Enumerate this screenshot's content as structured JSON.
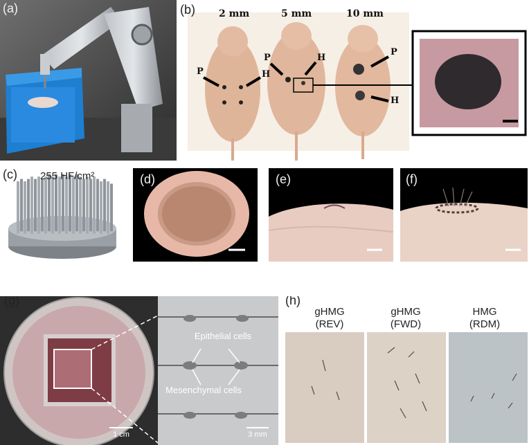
{
  "panels": {
    "a": {
      "label": "(a)"
    },
    "b": {
      "label": "(b)",
      "sizes": [
        "2 mm",
        "5 mm",
        "10 mm"
      ],
      "marker_p": "P",
      "marker_h": "H"
    },
    "c": {
      "label": "(c)",
      "density": "255 HF/cm²"
    },
    "d": {
      "label": "(d)"
    },
    "e": {
      "label": "(e)"
    },
    "f": {
      "label": "(f)"
    },
    "g": {
      "label": "(g)",
      "epithelial": "Epithelial cells",
      "mesenchymal": "Mesenchymal cells",
      "scale_left": "1 cm",
      "scale_right": "3 mm"
    },
    "h": {
      "label": "(h)",
      "groups": [
        {
          "line1": "gHMG",
          "line2": "(REV)"
        },
        {
          "line1": "gHMG",
          "line2": "(FWD)"
        },
        {
          "line1": "HMG",
          "line2": "(RDM)"
        }
      ]
    }
  }
}
